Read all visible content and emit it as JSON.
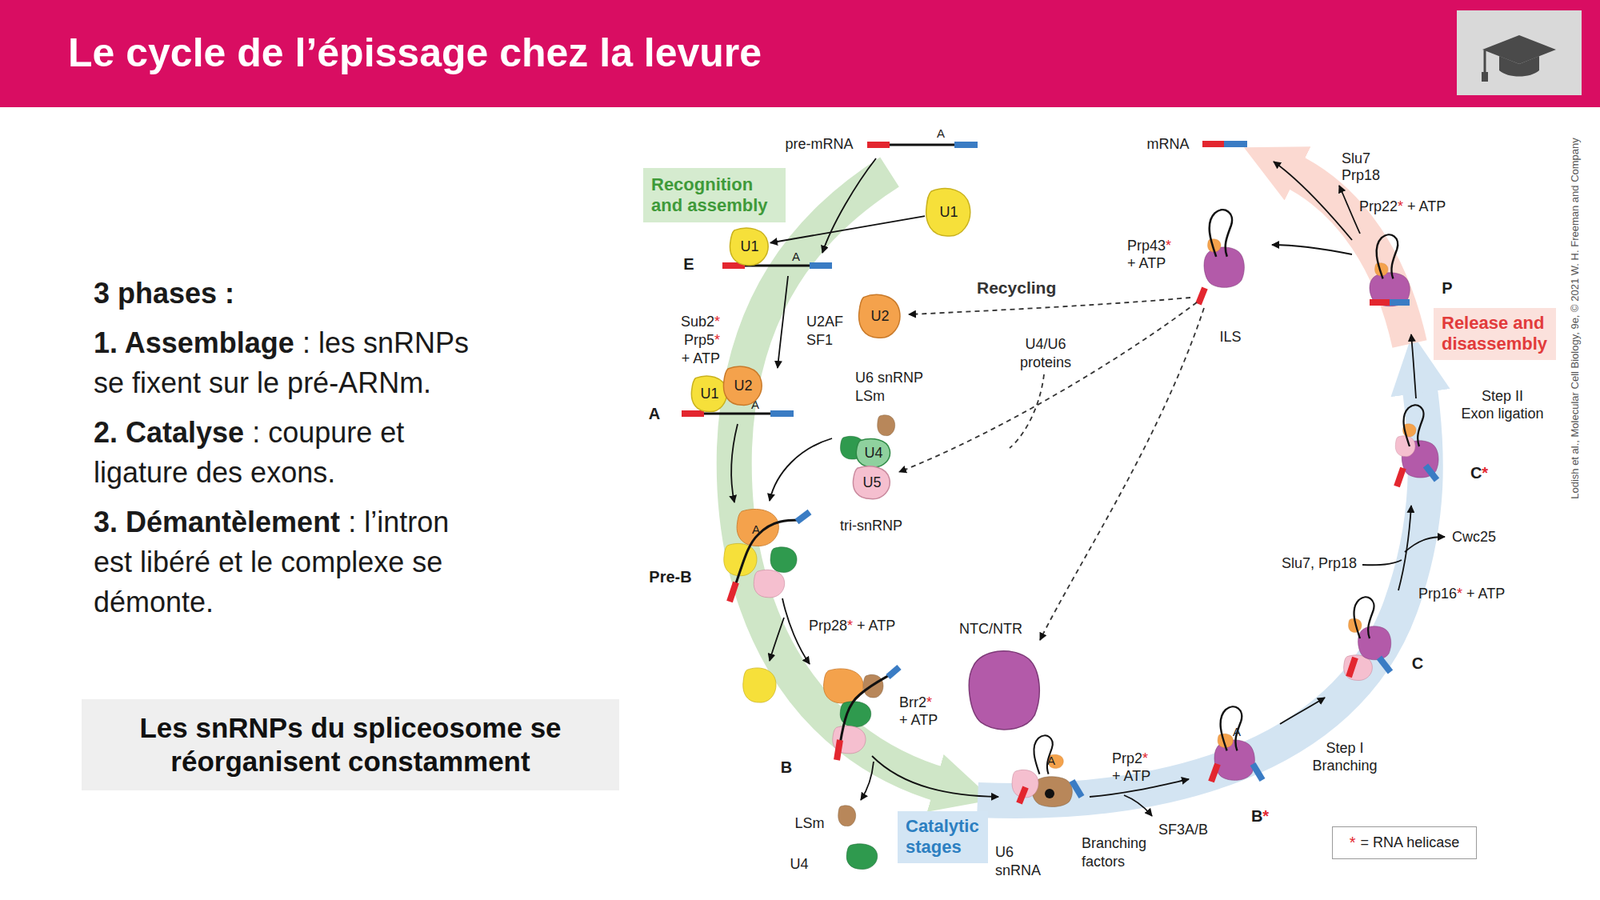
{
  "diagram": {
    "title": "Le cycle de l’épissage chez la levure",
    "nodes": [
      {
        "text": [
          "Les snRNPs du spliceosome se réorganisent constamment"
        ]
      },
      {
        "text": [
          "Recognition and assembly"
        ]
      },
      {
        "text": [
          "U1"
        ]
      },
      {
        "text": [
          "U1"
        ]
      },
      {
        "text": [
          "U2"
        ]
      },
      {
        "text": [
          "U1"
        ]
      },
      {
        "text": [
          "U2"
        ]
      },
      {
        "text": [
          "U4"
        ]
      },
      {
        "text": [
          "U5"
        ]
      },
      {
        "text": [
          "NTC/NTR"
        ]
      },
      {
        "text": [
          "Catalytic stages"
        ]
      },
      {
        "text": [
          "Release and disassembly"
        ]
      },
      {
        "text": [
          "*",
          "= RNA helicase"
        ]
      }
    ],
    "edges": [
      {
        "from": 2,
        "to": 3,
        "arrow": "to"
      }
    ],
    "labels": [
      "3 phases :",
      "1. Assemblage",
      ": les snRNPs se fixent sur le pré-ARNm.",
      "2. Catalyse",
      ": coupure et ligature des exons.",
      "3. Démantèlement",
      ": l’intron est libéré et le complexe se démonte.",
      "pre-mRNA",
      "A",
      "mRNA",
      "E",
      "A",
      "Sub2*",
      "Prp5*",
      "+ ATP",
      "U2AF",
      "SF1",
      "A",
      "A",
      "Recycling",
      "U4/U6",
      "proteins",
      "U6 snRNP",
      "LSm",
      "tri-snRNP",
      "A",
      "Pre-B",
      "Prp28* + ATP",
      "B",
      "Brr2*",
      "+ ATP",
      "LSm",
      "U4",
      "A",
      "U6",
      "snRNA",
      "Prp2*",
      "+ ATP",
      "Branching",
      "factors",
      "SF3A/B",
      "A",
      "B*",
      "Step I",
      "Branching",
      "Slu7, Prp18",
      "Cwc25",
      "C",
      "Prp16* + ATP",
      "C*",
      "Step II",
      "Exon ligation",
      "P",
      "Slu7",
      "Prp18",
      "Prp22* + ATP",
      "Prp43*",
      "+ ATP",
      "ILS",
      "Lodish et al., Molecular Cell Biology, 9e, © 2021 W. H. Freeman and Company"
    ]
  }
}
